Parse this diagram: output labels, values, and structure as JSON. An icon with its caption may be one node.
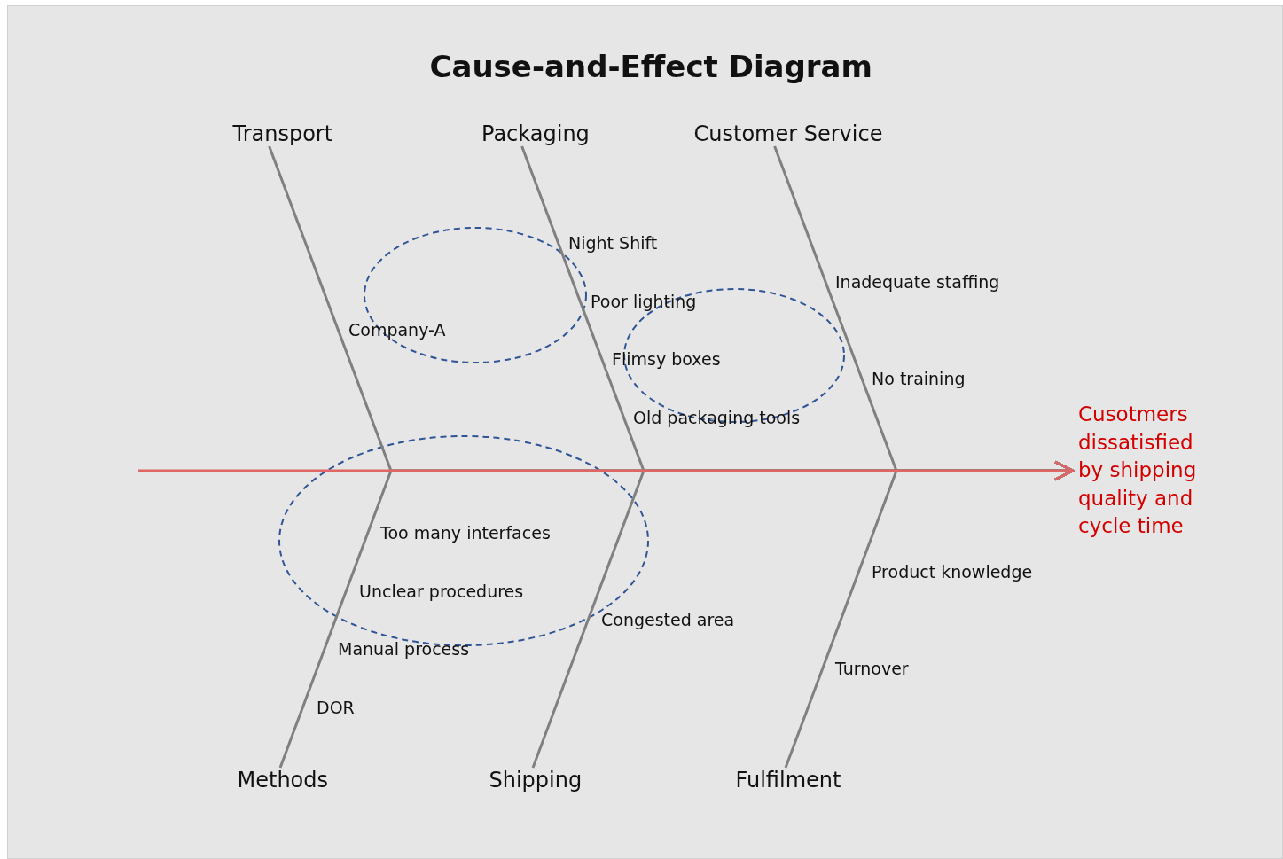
{
  "diagram": {
    "title": "Cause-and-Effect Diagram",
    "nodes": [
      {
        "text": [
          "Transport"
        ]
      },
      {
        "text": [
          "Packaging"
        ]
      },
      {
        "text": [
          "Customer Service"
        ]
      },
      {
        "text": [
          "Cusotmers dissatisfied by shipping quality and cycle time"
        ]
      },
      {
        "text": [
          "Methods"
        ]
      },
      {
        "text": [
          "Shipping"
        ]
      },
      {
        "text": [
          "Fulfilment"
        ]
      }
    ],
    "edges": [
      {
        "from": 0,
        "to": 3,
        "arrow": "to"
      },
      {
        "from": 1,
        "to": 3,
        "arrow": "to"
      },
      {
        "from": 2,
        "to": 3,
        "arrow": "to"
      },
      {
        "from": 4,
        "to": 3,
        "arrow": "to"
      },
      {
        "from": 5,
        "to": 3,
        "arrow": "to"
      },
      {
        "from": 6,
        "to": 3,
        "arrow": "to"
      },
      {
        "from": null,
        "to": 3,
        "arrow": "to",
        "color": "#e06666"
      }
    ],
    "labels": [
      "Night Shift",
      "Inadequate staffing",
      "Poor lighting",
      "Company-A",
      "Flimsy boxes",
      "No training",
      "Old packaging tools",
      "Too many interfaces",
      "Product knowledge",
      "Unclear procedures",
      "Congested area",
      "Manual process",
      "Turnover",
      "DOR"
    ]
  }
}
